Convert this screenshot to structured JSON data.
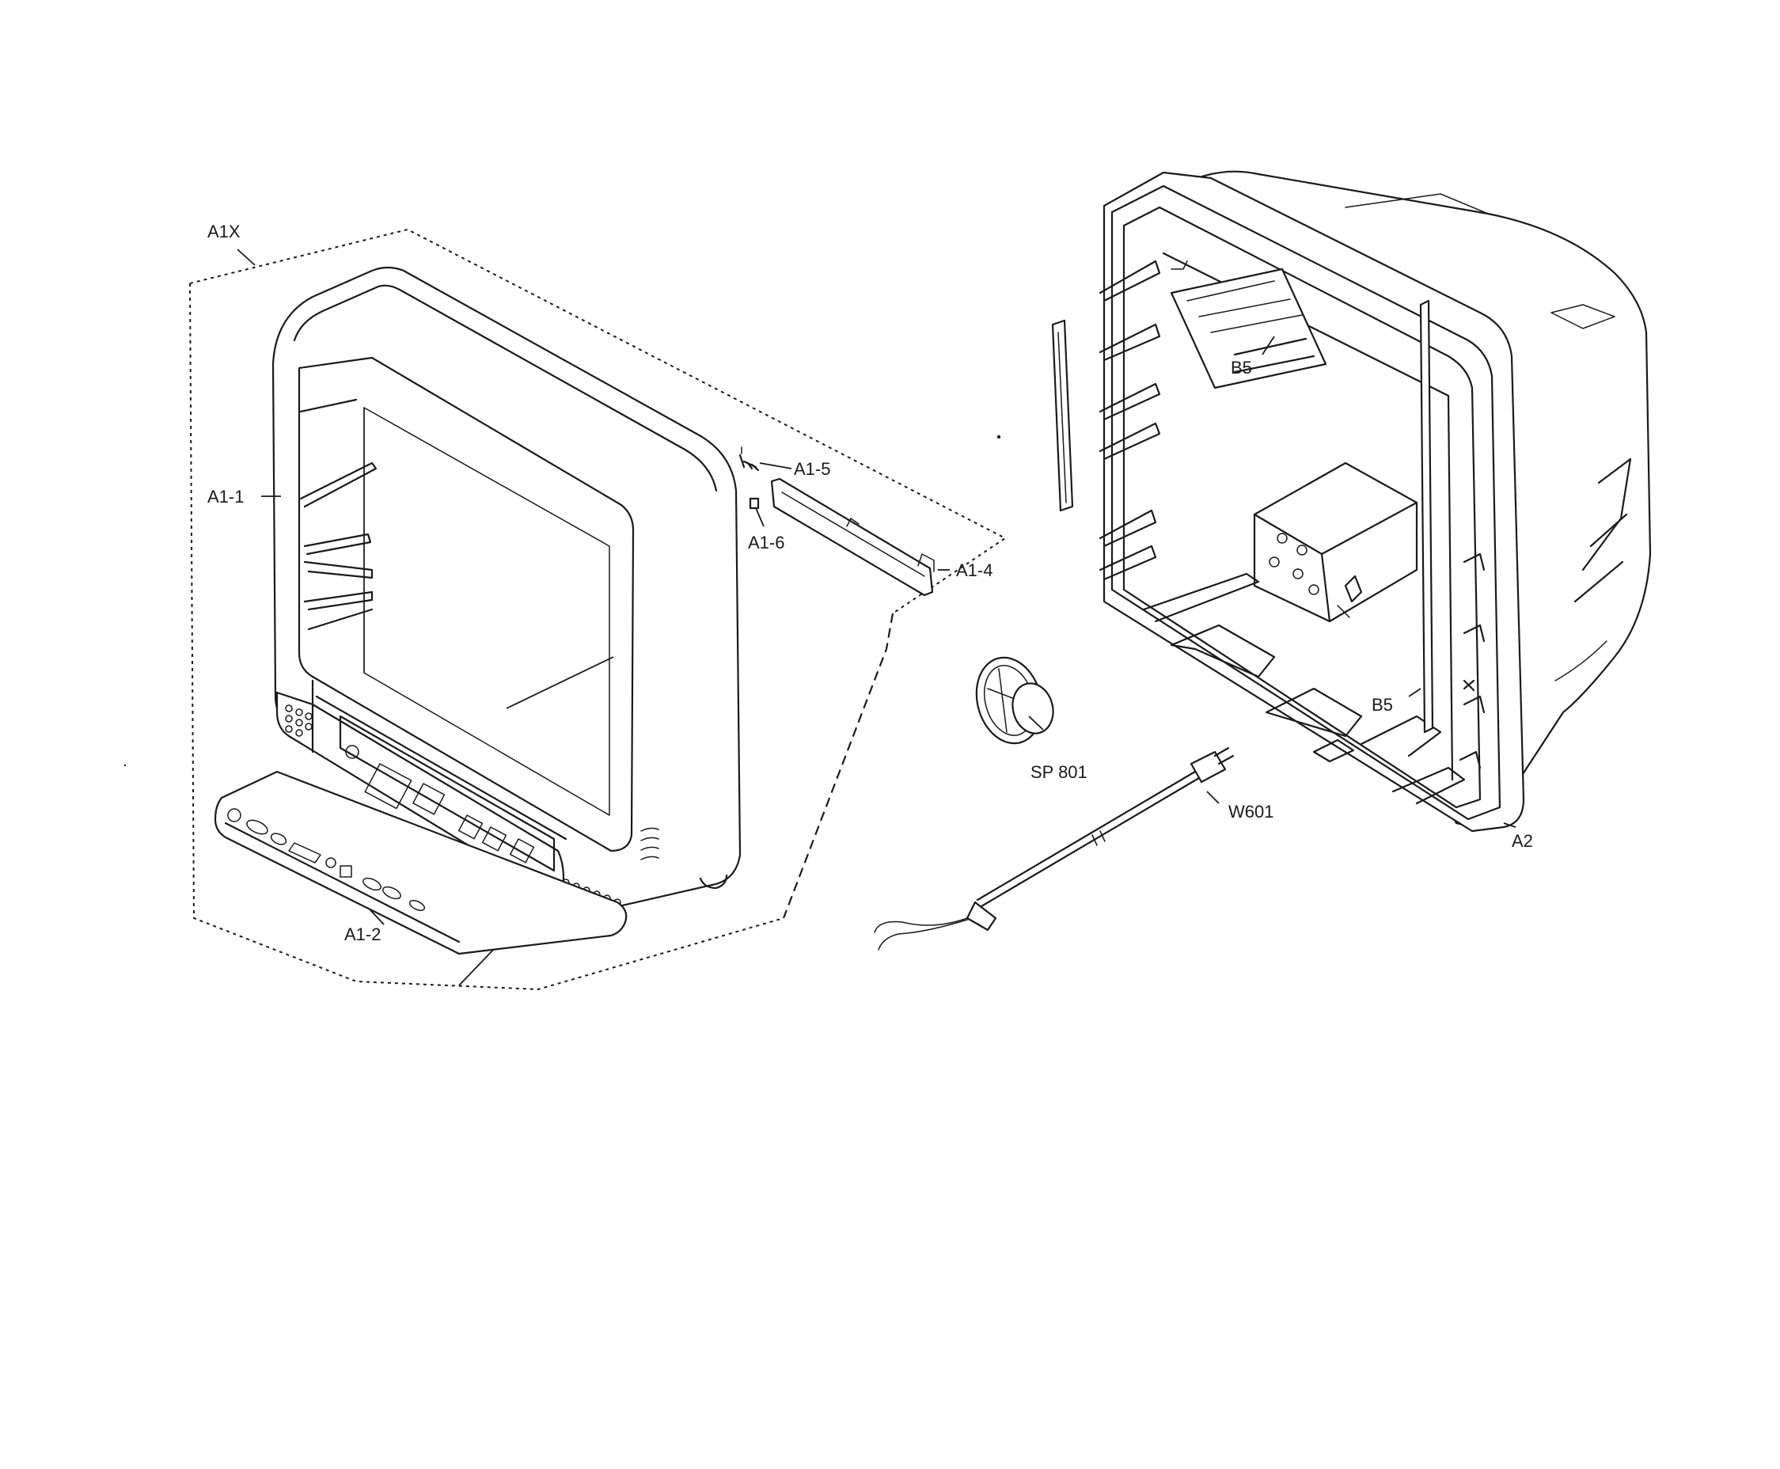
{
  "labels": {
    "a1x": "A1X",
    "a1_1": "A1-1",
    "a1_5": "A1-5",
    "a1_6": "A1-6",
    "a1_4": "A1-4",
    "a1_2": "A1-2",
    "b5_top": "B5",
    "b5_bottom": "B5",
    "sp801": "SP 801",
    "w601": "W601",
    "a2": "A2"
  }
}
